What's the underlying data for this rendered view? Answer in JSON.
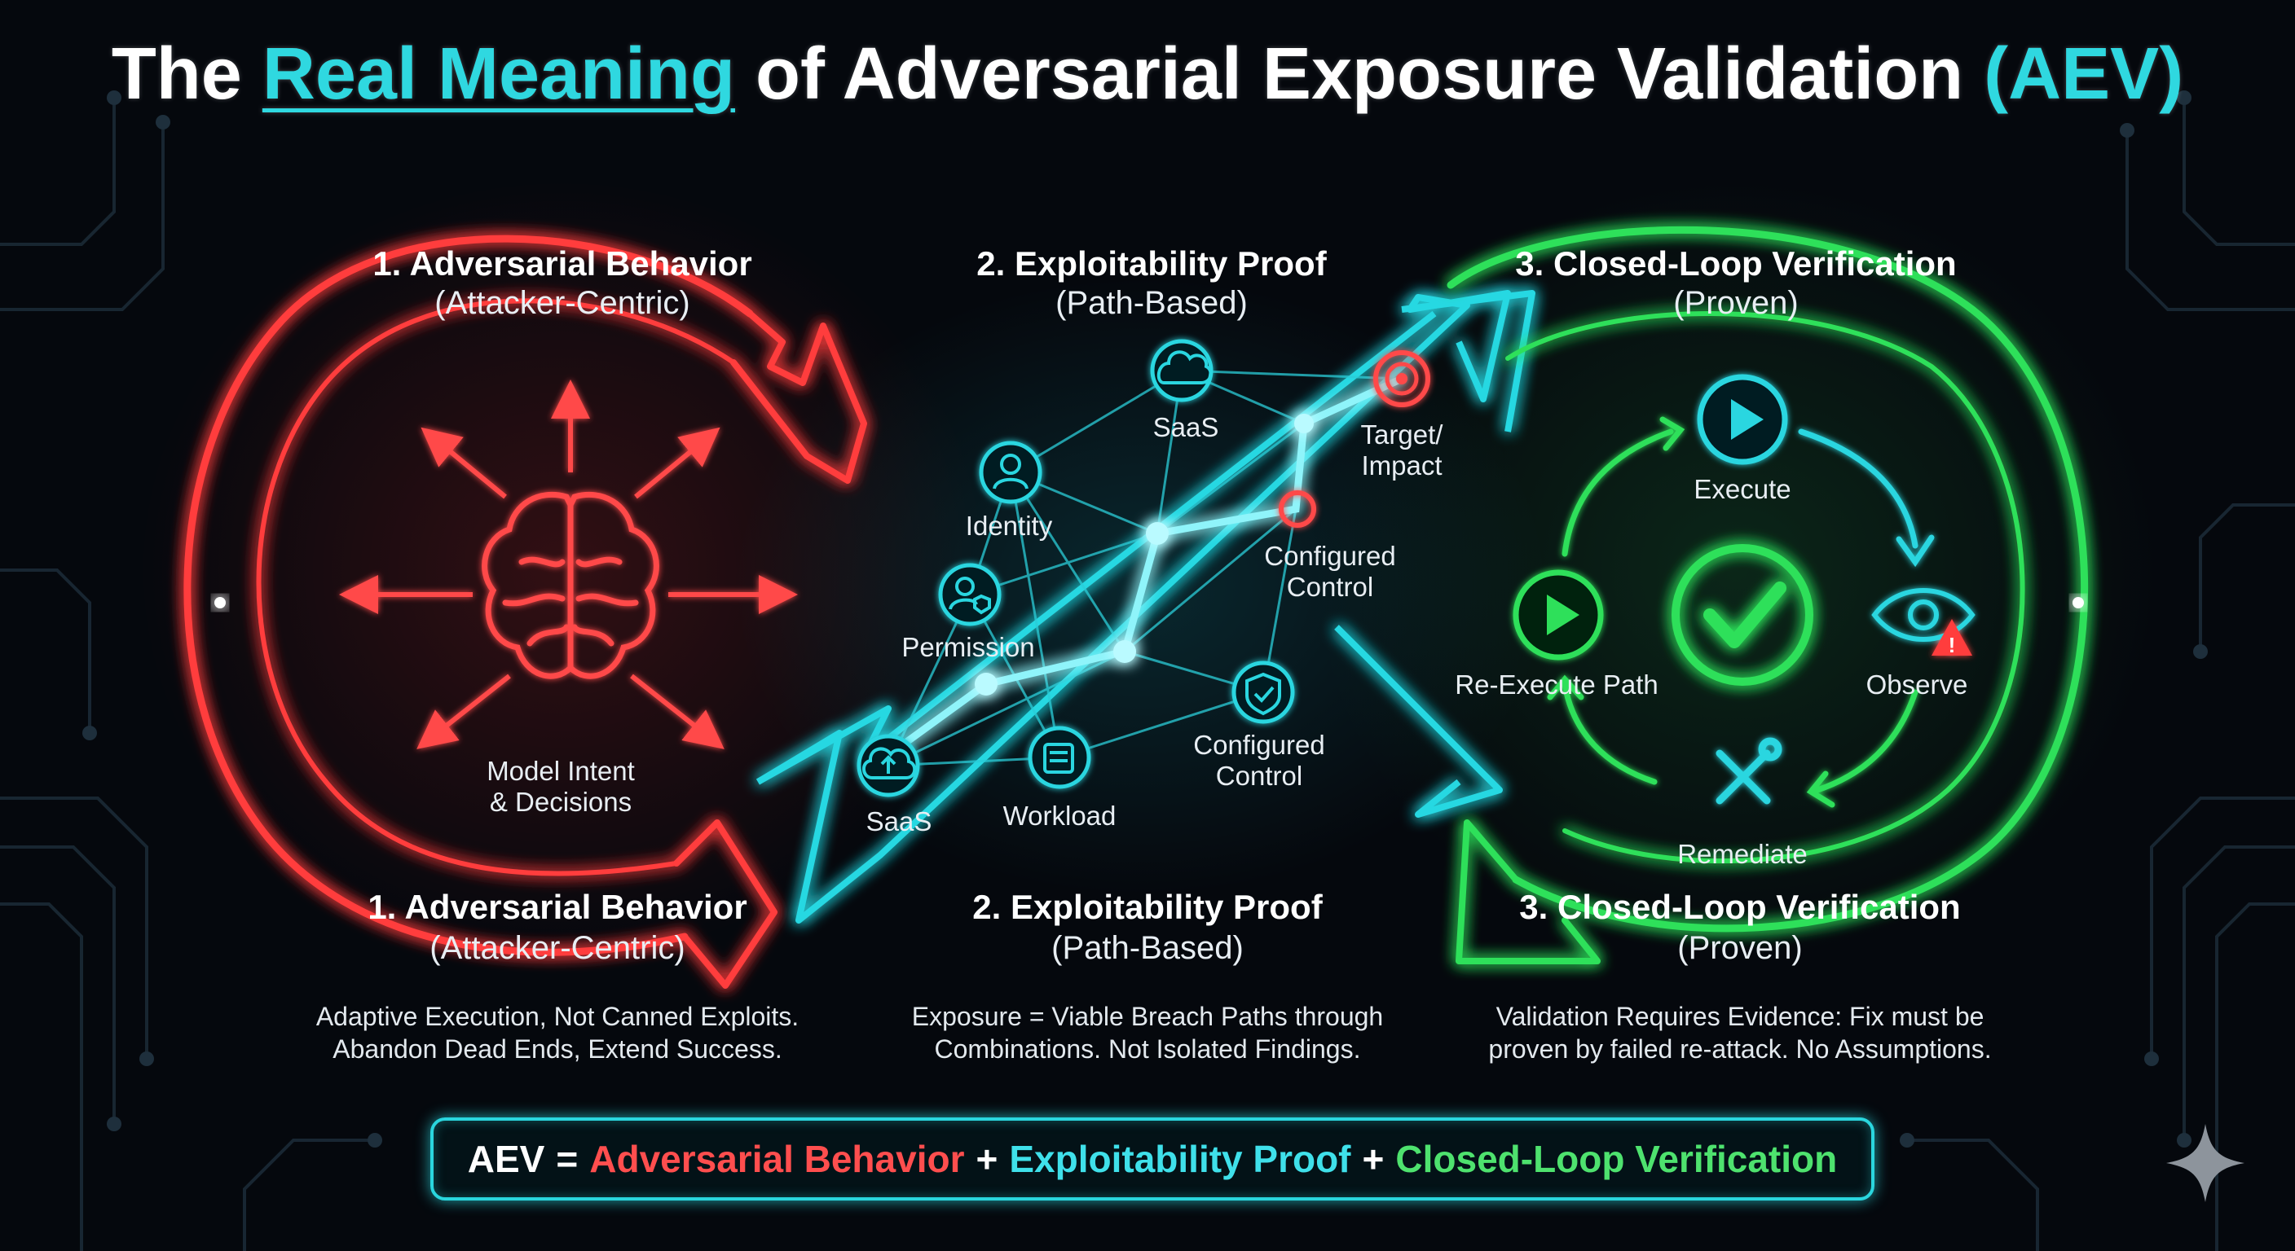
{
  "title": {
    "prefix": "The",
    "highlight": "Real Meaning",
    "middle": "of Adversarial Exposure Validation",
    "suffix": "(AEV)"
  },
  "sections": [
    {
      "heading": "1. Adversarial Behavior",
      "subheading": "(Attacker-Centric)",
      "description": [
        "Adaptive Execution, Not Canned Exploits.",
        "Abandon Dead Ends, Extend Success."
      ]
    },
    {
      "heading": "2. Exploitability Proof",
      "subheading": "(Path-Based)",
      "description": [
        "Exposure = Viable Breach Paths through",
        "Combinations. Not Isolated Findings."
      ]
    },
    {
      "heading": "3. Closed-Loop Verification",
      "subheading": "(Proven)",
      "description": [
        "Validation Requires Evidence: Fix must be",
        "proven by failed re-attack. No Assumptions."
      ]
    }
  ],
  "brain_label": [
    "Model Intent",
    "& Decisions"
  ],
  "path_nodes": {
    "saas_top": "SaaS",
    "identity": "Identity",
    "permission": "Permission",
    "saas_bottom": "SaaS",
    "workload": "Workload",
    "configured_control_top": [
      "Configured",
      "Control"
    ],
    "configured_control_bottom": [
      "Configured",
      "Control"
    ],
    "target": [
      "Target/",
      "Impact"
    ]
  },
  "loop_steps": {
    "execute": "Execute",
    "observe": "Observe",
    "remediate": "Remediate",
    "re_execute": "Re-Execute Path"
  },
  "formula": {
    "lhs": "AEV",
    "eq": "=",
    "term1": "Adversarial Behavior",
    "plus": "+",
    "term2": "Exploitability Proof",
    "term3": "Closed-Loop Verification"
  },
  "colors": {
    "red": "#ff4545",
    "cyan": "#2fd8e0",
    "green": "#37e05e",
    "background": "#05080d"
  },
  "icons": [
    "brain-icon",
    "cloud-icon",
    "user-icon",
    "user-shield-icon",
    "cloud-upload-icon",
    "server-icon",
    "shield-check-icon",
    "target-icon",
    "play-icon",
    "eye-warning-icon",
    "tools-icon",
    "check-icon",
    "sparkle-icon"
  ]
}
